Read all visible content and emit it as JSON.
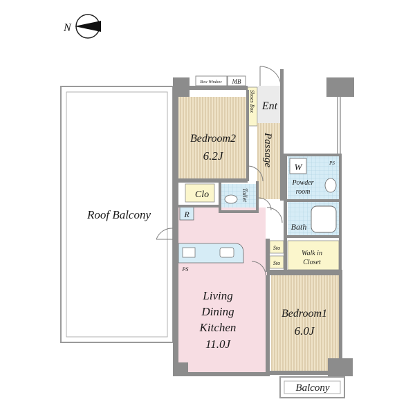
{
  "compass": {
    "label": "N"
  },
  "rooms": {
    "bay_window": "Bow Window",
    "mb": "MB",
    "shoes_box": "Shoes Box",
    "entrance": "Ent",
    "bedroom2_name": "Bedroom2",
    "bedroom2_size": "6.2J",
    "passage": "Passage",
    "closet": "Clo",
    "toilet": "Toilet",
    "washer": "W",
    "ps_top": "PS",
    "powder_room_line1": "Powder",
    "powder_room_line2": "room",
    "bath": "Bath",
    "refrigerator": "R",
    "roof_balcony": "Roof Balcony",
    "sto1": "Sto",
    "sto2": "Sto",
    "walk_in_line1": "Walk in",
    "walk_in_line2": "Closet",
    "ps_kitchen": "PS",
    "ldk_line1": "Living",
    "ldk_line2": "Dining",
    "ldk_line3": "Kitchen",
    "ldk_size": "11.0J",
    "bedroom1_name": "Bedroom1",
    "bedroom1_size": "6.0J",
    "balcony": "Balcony"
  },
  "colors": {
    "wall": "#8c8c8c",
    "floor_wood": "#efe3c8",
    "floor_wood_line": "#c9b48e",
    "ldk_floor": "#f7dde3",
    "wet_area": "#d6ecf6",
    "storage": "#fbf6cc",
    "roof_balcony_fill": "#ffffff"
  }
}
